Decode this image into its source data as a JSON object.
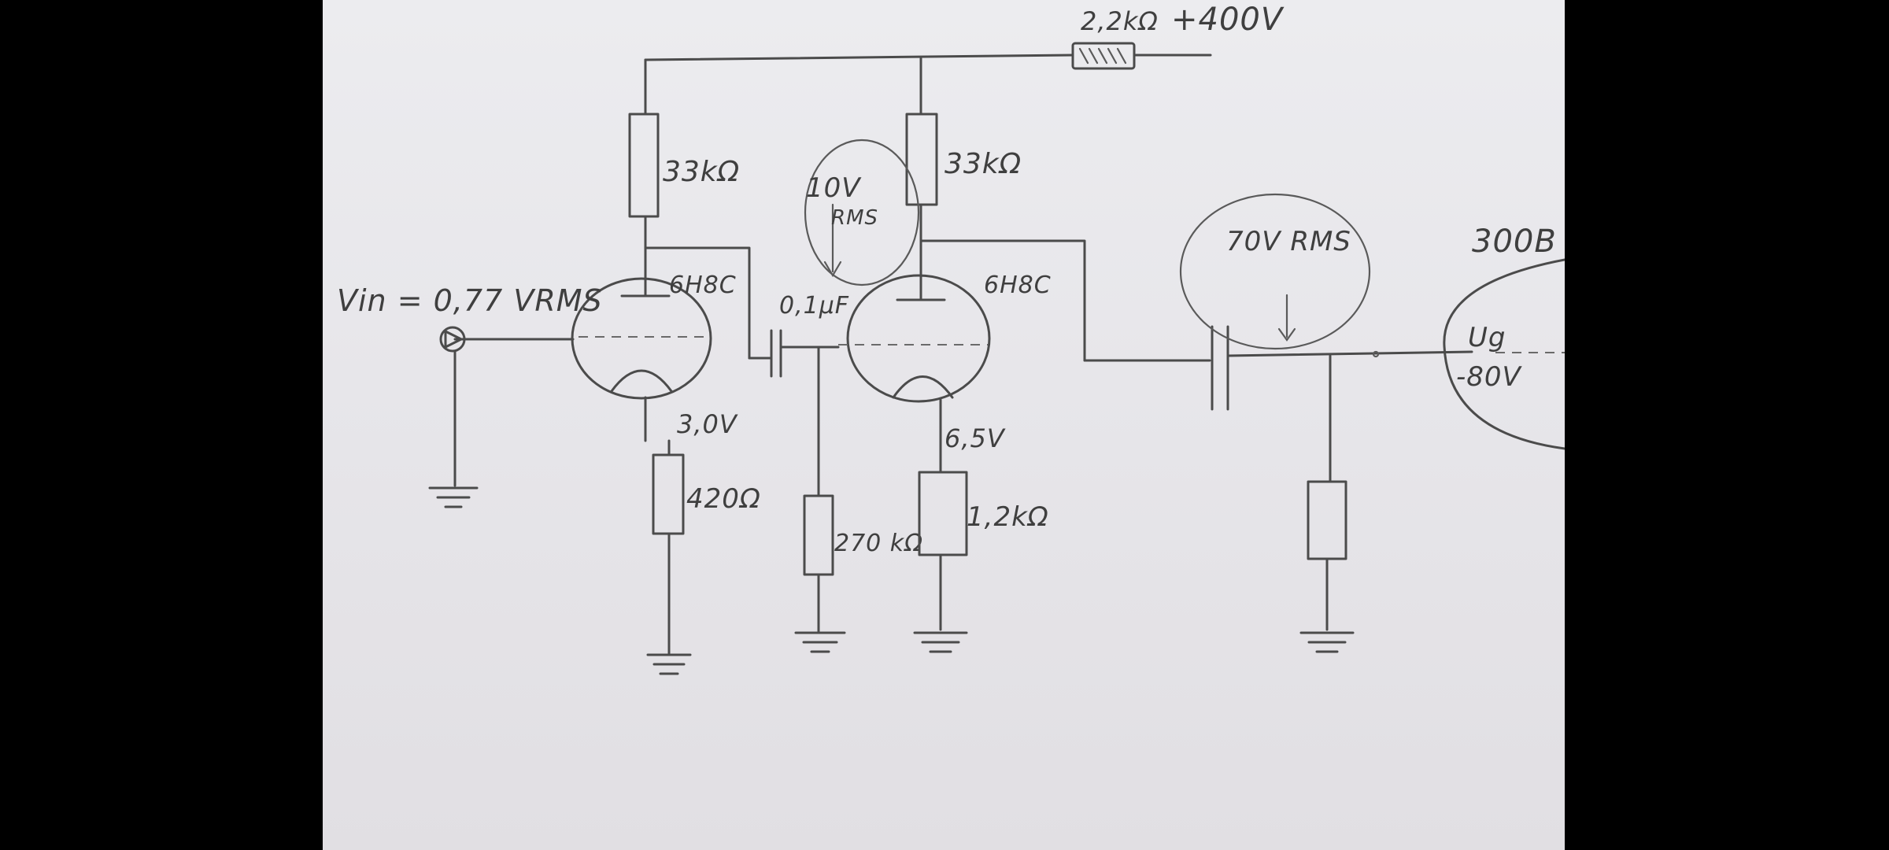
{
  "supply": {
    "resistor": "2,2kΩ",
    "voltage": "+400V"
  },
  "input": {
    "label": "Vin = 0,77 VRMS"
  },
  "stage1": {
    "tube": "6H8C",
    "anode_resistor": "33kΩ",
    "cathode_voltage": "3,0V",
    "cathode_resistor": "420Ω"
  },
  "coupling": {
    "capacitor": "0,1μF",
    "grid_resistor": "270 kΩ"
  },
  "stage2": {
    "tube": "6H8C",
    "anode_resistor": "33kΩ",
    "cathode_voltage": "6,5V",
    "cathode_resistor": "1,2kΩ",
    "signal_note": {
      "value": "10V",
      "unit": "RMS"
    }
  },
  "output": {
    "signal_note": "70V RMS",
    "power_tube": "300B",
    "grid_bias": {
      "name": "Ug",
      "value": "-80V"
    }
  }
}
